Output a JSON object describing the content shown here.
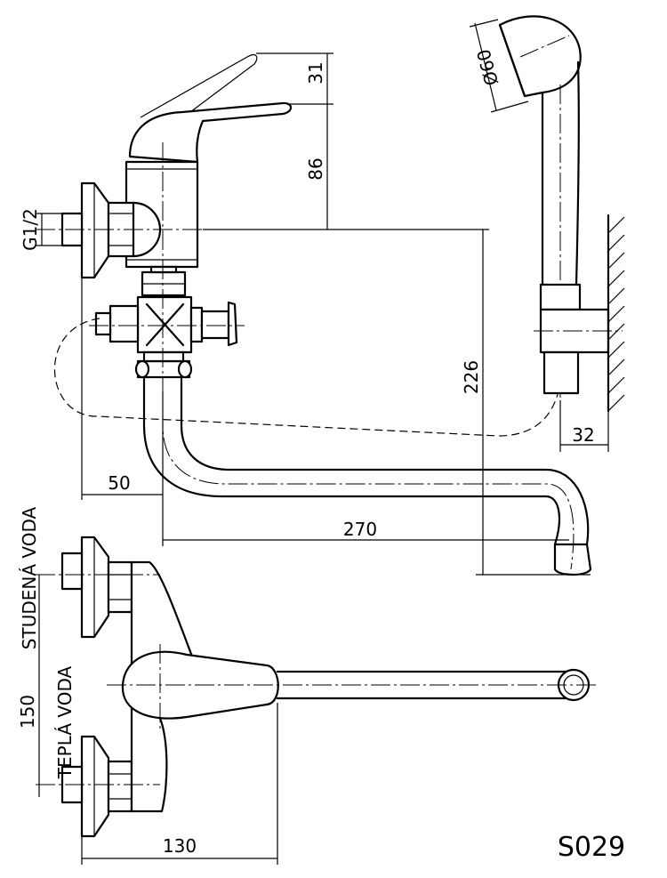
{
  "drawing": {
    "product_code": "S029",
    "dimensions": {
      "lever_height": "31",
      "body_height": "86",
      "outlet_height": "226",
      "wall_offset": "50",
      "spout_length": "270",
      "wall_bracket": "32",
      "head_diameter": "Ø60",
      "connection_spacing": "150",
      "total_width": "130"
    },
    "thread": "G1/2",
    "labels": {
      "cold_water": "STUDENÁ VODA",
      "hot_water": "TEPLÁ VODA"
    }
  }
}
